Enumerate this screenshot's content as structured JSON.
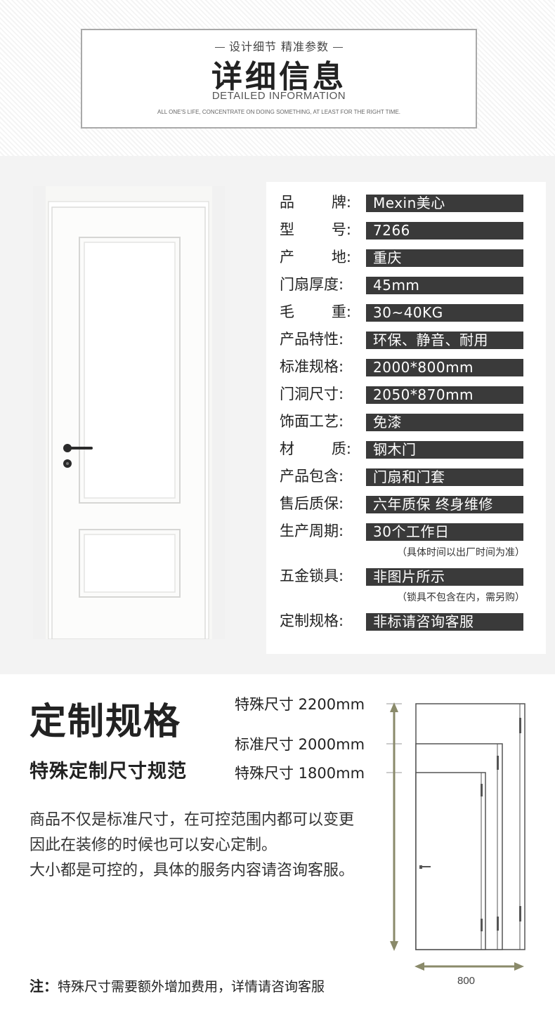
{
  "header": {
    "subtitle_left": "设计细节",
    "subtitle_right": "精准参数",
    "title": "详细信息",
    "english": "DETAILED INFORMATION",
    "quote": "ALL ONE'S LIFE, CONCENTRATE ON DOING SOMETHING, AT LEAST FOR THE RIGHT TIME."
  },
  "specs": [
    {
      "label": "品　　牌:",
      "chars": [
        "品",
        "牌:"
      ],
      "value": "Mexin美心"
    },
    {
      "label": "型　　号:",
      "chars": [
        "型",
        "号:"
      ],
      "value": "7266"
    },
    {
      "label": "产　　地:",
      "chars": [
        "产",
        "地:"
      ],
      "value": "重庆"
    },
    {
      "label": "门扇厚度:",
      "value": "45mm"
    },
    {
      "label": "毛　　重:",
      "chars": [
        "毛",
        "重:"
      ],
      "value": "30~40KG"
    },
    {
      "label": "产品特性:",
      "value": "环保、静音、耐用"
    },
    {
      "label": "标准规格:",
      "value": "2000*800mm"
    },
    {
      "label": "门洞尺寸:",
      "value": "2050*870mm"
    },
    {
      "label": "饰面工艺:",
      "value": "免漆"
    },
    {
      "label": "材　　质:",
      "chars": [
        "材",
        "质:"
      ],
      "value": "钢木门"
    },
    {
      "label": "产品包含:",
      "value": "门扇和门套"
    },
    {
      "label": "售后质保:",
      "value": "六年质保 终身维修"
    },
    {
      "label": "生产周期:",
      "value": "30个工作日",
      "note": "（具体时间以出厂时间为准）"
    },
    {
      "label": "五金锁具:",
      "value": "非图片所示",
      "note": "（锁具不包含在内，需另购）"
    },
    {
      "label": "定制规格:",
      "value": "非标请咨询客服"
    }
  ],
  "custom": {
    "title": "定制规格",
    "subtitle": "特殊定制尺寸规范",
    "desc": [
      "商品不仅是标准尺寸，在可控范围内都可以变更",
      "因此在装修的时候也可以安心定制。",
      "大小都是可控的，具体的服务内容请咨询客服。"
    ],
    "sizes": [
      "特殊尺寸 2200mm",
      "标准尺寸 2000mm",
      "特殊尺寸 1800mm"
    ],
    "width_label": "800",
    "note_prefix": "注：",
    "note_text": "特殊尺寸需要额外增加费用，详情请咨询客服"
  },
  "colors": {
    "value_bg": "#3a3a3a",
    "arrow": "#8a8a6a",
    "band_bg": "#f3f3f3"
  }
}
